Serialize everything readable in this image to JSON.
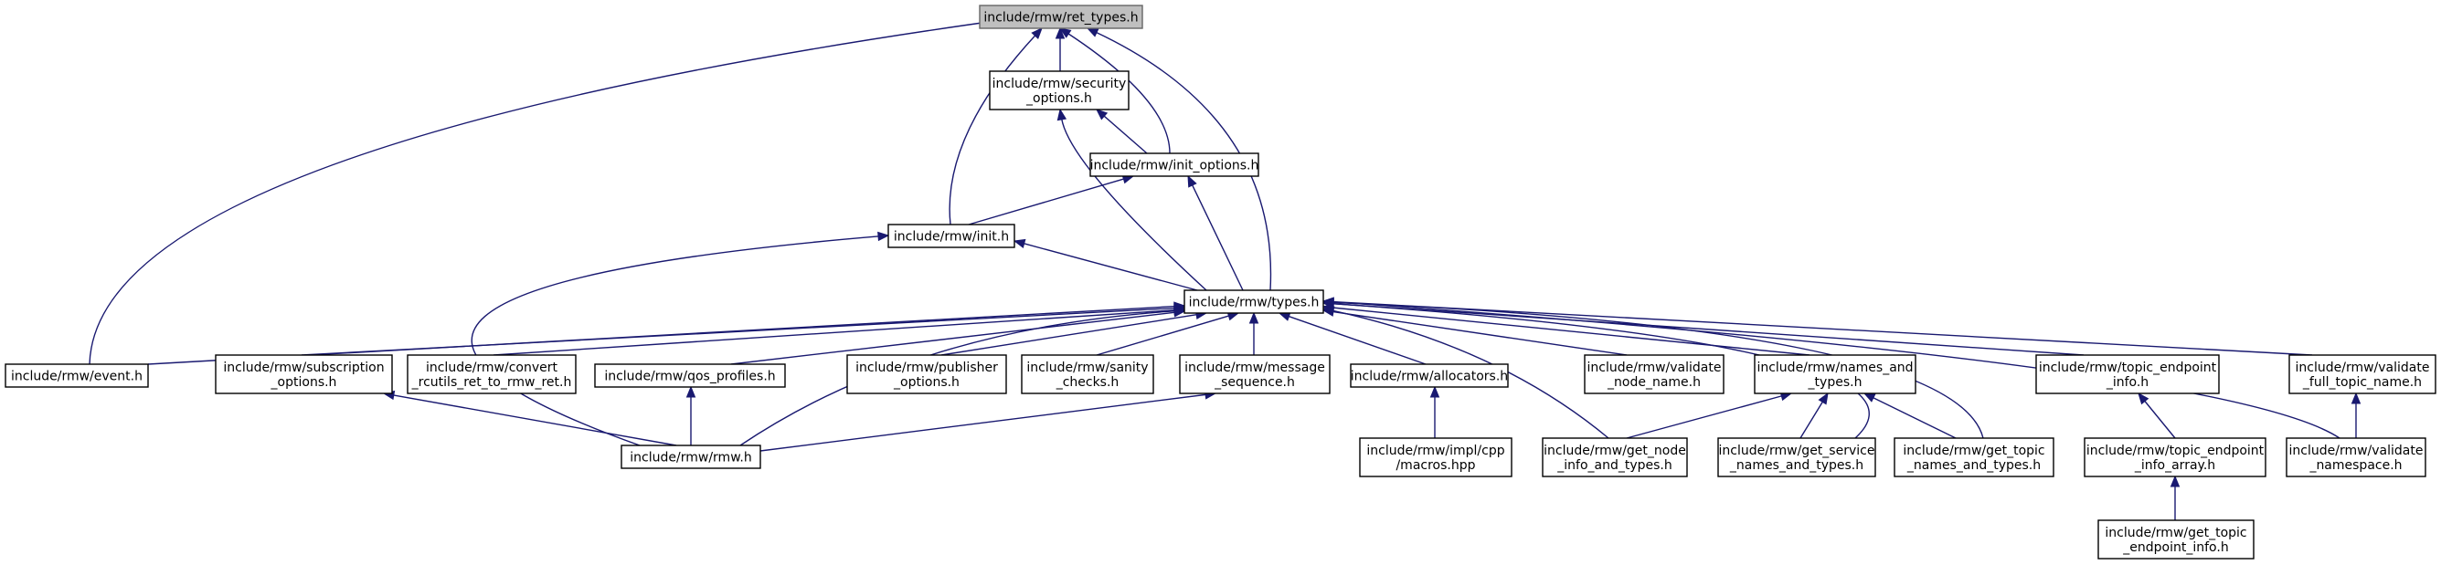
{
  "colors": {
    "edge": "#191970",
    "node_border": "#000000",
    "root_fill": "#bfbfbf",
    "node_fill": "#ffffff"
  },
  "nodes": {
    "ret_types": {
      "lines": [
        "include/rmw/ret_types.h"
      ]
    },
    "security_options": {
      "lines": [
        "include/rmw/security",
        "_options.h"
      ]
    },
    "init_options": {
      "lines": [
        "include/rmw/init_options.h"
      ]
    },
    "init": {
      "lines": [
        "include/rmw/init.h"
      ]
    },
    "types": {
      "lines": [
        "include/rmw/types.h"
      ]
    },
    "event": {
      "lines": [
        "include/rmw/event.h"
      ]
    },
    "subscription_options": {
      "lines": [
        "include/rmw/subscription",
        "_options.h"
      ]
    },
    "convert_rcutils": {
      "lines": [
        "include/rmw/convert",
        "_rcutils_ret_to_rmw_ret.h"
      ]
    },
    "qos_profiles": {
      "lines": [
        "include/rmw/qos_profiles.h"
      ]
    },
    "publisher_options": {
      "lines": [
        "include/rmw/publisher",
        "_options.h"
      ]
    },
    "sanity_checks": {
      "lines": [
        "include/rmw/sanity",
        "_checks.h"
      ]
    },
    "message_sequence": {
      "lines": [
        "include/rmw/message",
        "_sequence.h"
      ]
    },
    "allocators": {
      "lines": [
        "include/rmw/allocators.h"
      ]
    },
    "validate_node_name": {
      "lines": [
        "include/rmw/validate",
        "_node_name.h"
      ]
    },
    "names_and_types": {
      "lines": [
        "include/rmw/names_and",
        "_types.h"
      ]
    },
    "topic_endpoint_info": {
      "lines": [
        "include/rmw/topic_endpoint",
        "_info.h"
      ]
    },
    "validate_full_topic_name": {
      "lines": [
        "include/rmw/validate",
        "_full_topic_name.h"
      ]
    },
    "rmw": {
      "lines": [
        "include/rmw/rmw.h"
      ]
    },
    "impl_cpp_macros": {
      "lines": [
        "include/rmw/impl/cpp",
        "/macros.hpp"
      ]
    },
    "get_node_info_and_types": {
      "lines": [
        "include/rmw/get_node",
        "_info_and_types.h"
      ]
    },
    "get_service_names_and_types": {
      "lines": [
        "include/rmw/get_service",
        "_names_and_types.h"
      ]
    },
    "get_topic_names_and_types": {
      "lines": [
        "include/rmw/get_topic",
        "_names_and_types.h"
      ]
    },
    "topic_endpoint_info_array": {
      "lines": [
        "include/rmw/topic_endpoint",
        "_info_array.h"
      ]
    },
    "validate_namespace": {
      "lines": [
        "include/rmw/validate",
        "_namespace.h"
      ]
    },
    "get_topic_endpoint_info": {
      "lines": [
        "include/rmw/get_topic",
        "_endpoint_info.h"
      ]
    }
  }
}
